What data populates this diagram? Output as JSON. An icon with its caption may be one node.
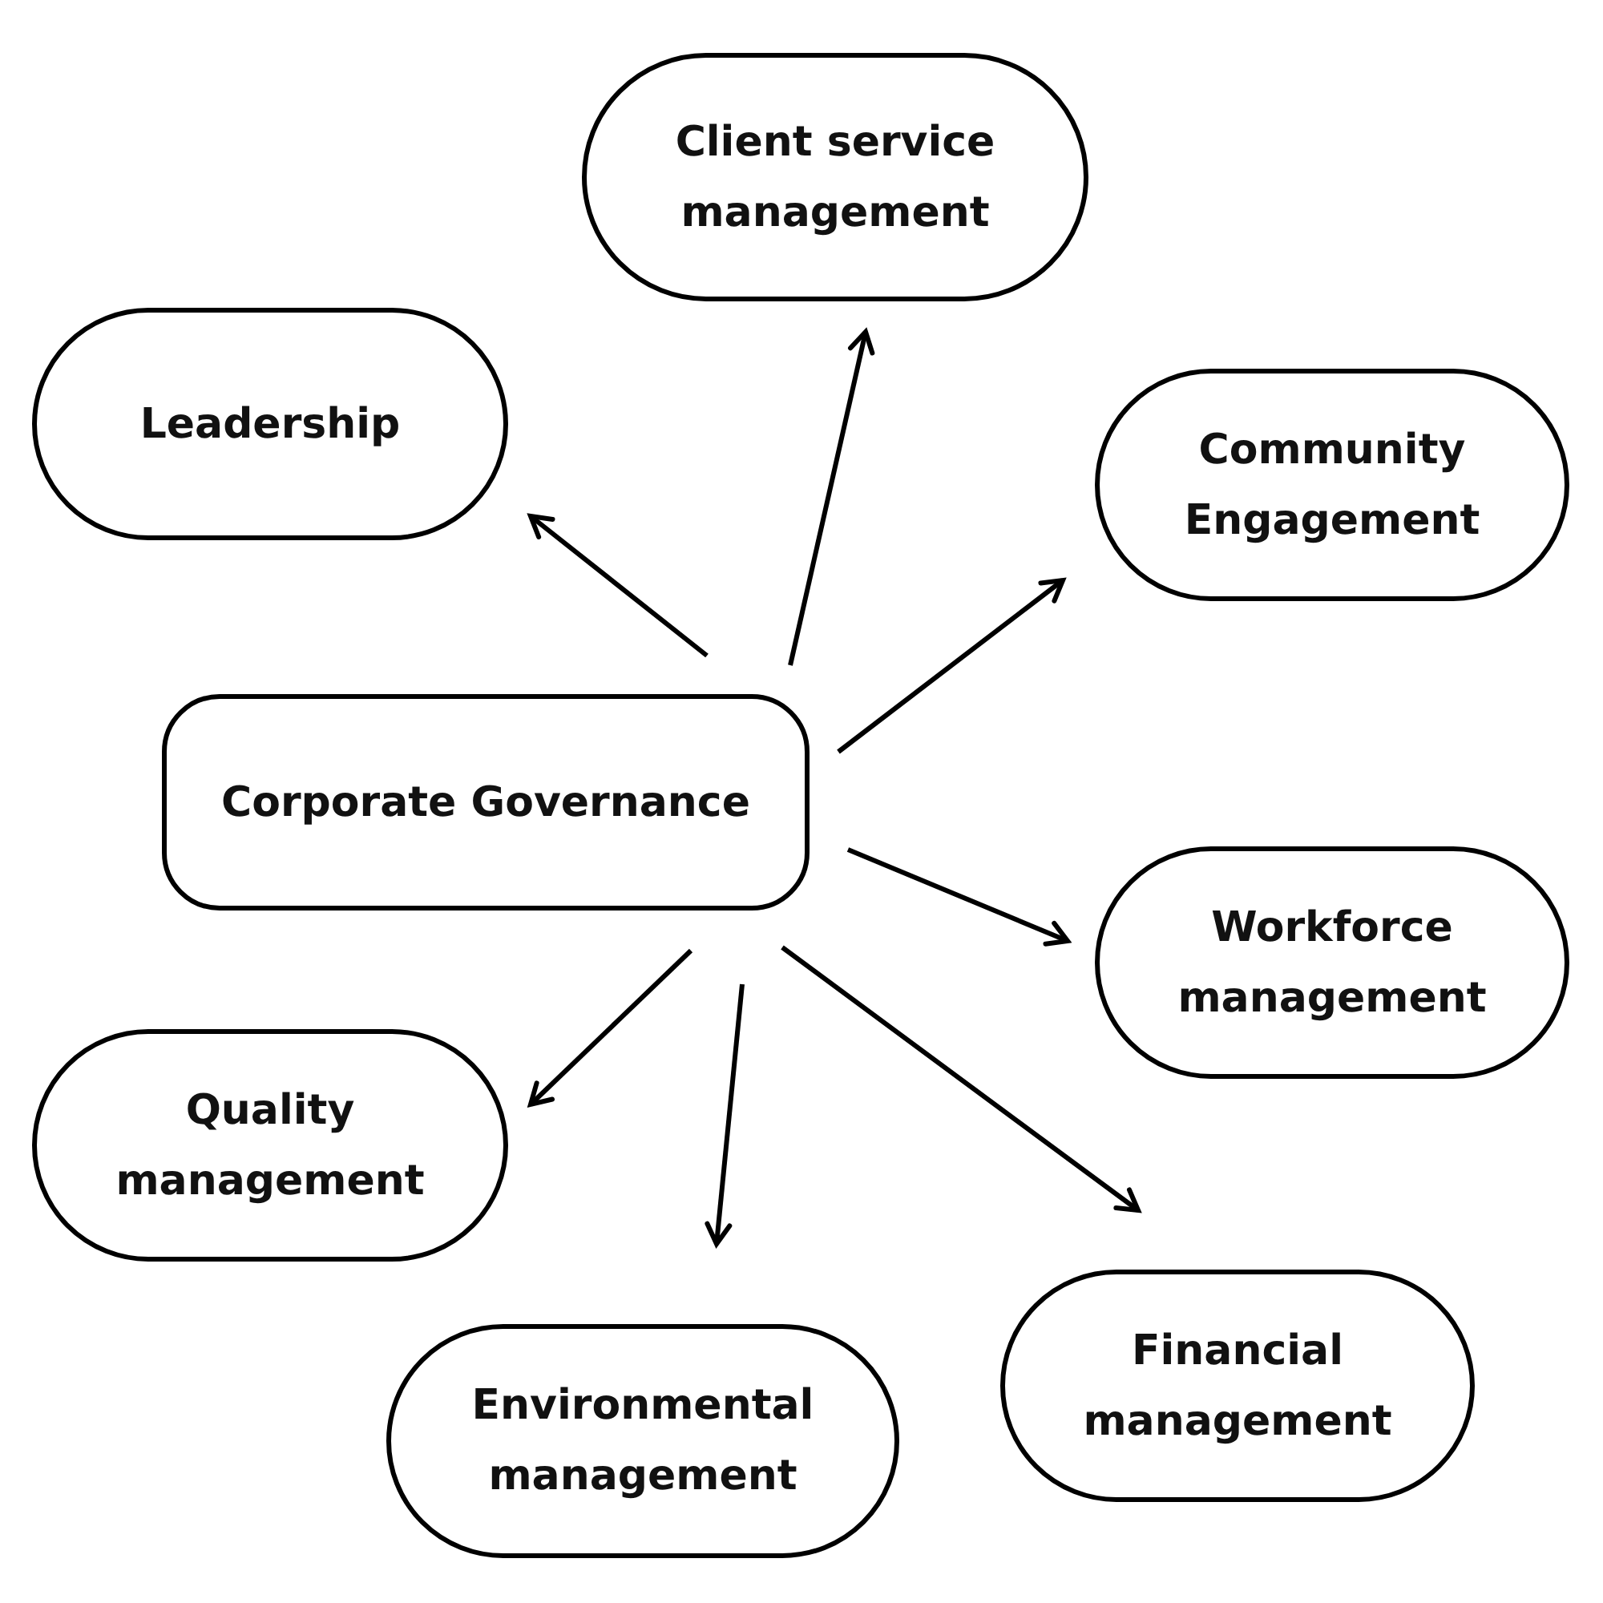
{
  "diagram": {
    "nodes": [
      {
        "text": [
          "Client service management"
        ]
      },
      {
        "text": [
          "Leadership"
        ]
      },
      {
        "text": [
          "Community Engagement"
        ]
      },
      {
        "text": [
          "Corporate Governance"
        ]
      },
      {
        "text": [
          "Workforce management"
        ]
      },
      {
        "text": [
          "Quality management"
        ]
      },
      {
        "text": [
          "Financial management"
        ]
      },
      {
        "text": [
          "Environmental management"
        ]
      }
    ],
    "edges": [
      {
        "from": 3,
        "to": 0,
        "arrow": "to"
      },
      {
        "from": 3,
        "to": 1,
        "arrow": "to"
      },
      {
        "from": 3,
        "to": 2,
        "arrow": "to"
      },
      {
        "from": 3,
        "to": 4,
        "arrow": "to"
      },
      {
        "from": 3,
        "to": 5,
        "arrow": "to"
      },
      {
        "from": 3,
        "to": 6,
        "arrow": "to"
      },
      {
        "from": 3,
        "to": 7,
        "arrow": "to"
      }
    ]
  }
}
